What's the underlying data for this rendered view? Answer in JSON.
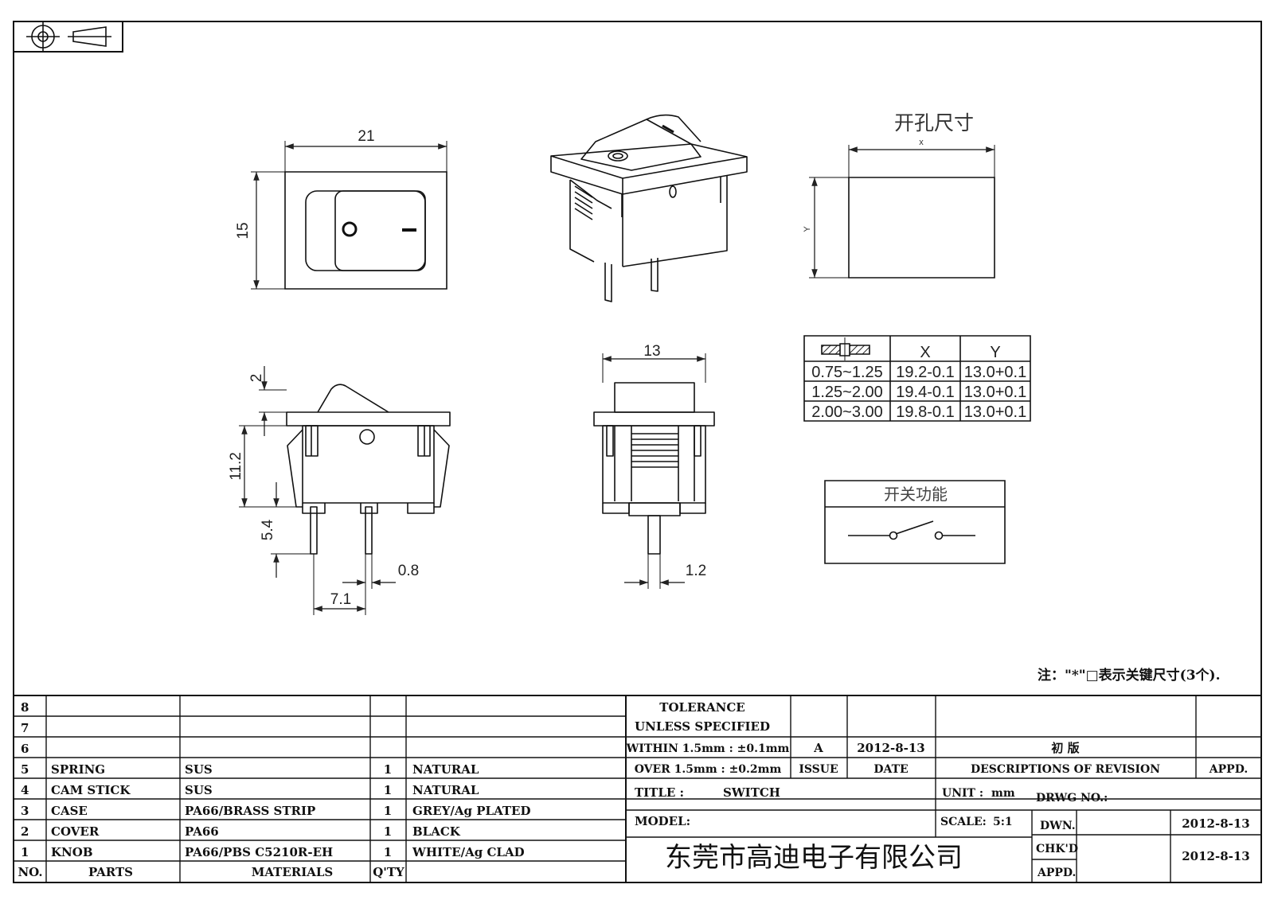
{
  "views": {
    "front": {
      "width_label": "21",
      "height_label": "15",
      "marks": {
        "off": "O",
        "on": "I"
      }
    },
    "side": {
      "dim_top": "2",
      "dim_body": "11.2",
      "dim_pin_len": "5.4",
      "dim_pin_thk": "0.8",
      "dim_pitch": "7.1"
    },
    "end": {
      "dim_width": "13",
      "dim_pin": "1.2"
    }
  },
  "cutout": {
    "title": "开孔尺寸",
    "x_label": "x",
    "y_label": "Y"
  },
  "panel_table": {
    "headers": [
      "X",
      "Y"
    ],
    "rows": [
      {
        "thickness": "0.75~1.25",
        "x": "19.2-0.1",
        "y": "13.0+0.1"
      },
      {
        "thickness": "1.25~2.00",
        "x": "19.4-0.1",
        "y": "13.0+0.1"
      },
      {
        "thickness": "2.00~3.00",
        "x": "19.8-0.1",
        "y": "13.0+0.1"
      }
    ]
  },
  "switch_function": {
    "title": "开关功能"
  },
  "note": "注：\"*\"□表示关键尺寸(3个).",
  "bom": {
    "header": {
      "no": "NO.",
      "parts": "PARTS",
      "materials": "MATERIALS",
      "qty": "Q'TY",
      "color": ""
    },
    "rows": [
      {
        "no": "8",
        "parts": "",
        "materials": "",
        "qty": "",
        "color": ""
      },
      {
        "no": "7",
        "parts": "",
        "materials": "",
        "qty": "",
        "color": ""
      },
      {
        "no": "6",
        "parts": "",
        "materials": "",
        "qty": "",
        "color": ""
      },
      {
        "no": "5",
        "parts": "SPRING",
        "materials": "SUS",
        "qty": "1",
        "color": "NATURAL"
      },
      {
        "no": "4",
        "parts": "CAM STICK",
        "materials": "SUS",
        "qty": "1",
        "color": "NATURAL"
      },
      {
        "no": "3",
        "parts": "CASE",
        "materials": "PA66/BRASS STRIP",
        "qty": "1",
        "color": "GREY/Ag PLATED"
      },
      {
        "no": "2",
        "parts": "COVER",
        "materials": "PA66",
        "qty": "1",
        "color": "BLACK"
      },
      {
        "no": "1",
        "parts": "KNOB",
        "materials": "PA66/PBS C5210R-EH",
        "qty": "1",
        "color": "WHITE/Ag CLAD"
      }
    ]
  },
  "title_block": {
    "tolerance_1": "TOLERANCE",
    "tolerance_2": "UNLESS  SPECIFIED",
    "tolerance_3": "WITHIN 1.5mm : ±0.1mm",
    "tolerance_4": "OVER 1.5mm : ±0.2mm",
    "revision": {
      "issue": "A",
      "date": "2012-8-13",
      "description": "初  版"
    },
    "issue_label": "ISSUE",
    "date_label": "DATE",
    "desc_label": "DESCRIPTIONS  OF  REVISION",
    "appd_label": "APPD.",
    "title_label": "TITLE :",
    "title_value": "SWITCH",
    "unit_label": "UNIT :",
    "unit_value": "mm",
    "drwg_label": "DRWG  NO.:",
    "model_label": "MODEL:",
    "scale_label": "SCALE:",
    "scale_value": "5:1",
    "dwn_label": "DWN.",
    "dwn_date": "2012-8-13",
    "chkd_label": "CHK'D",
    "chkd_date": "2012-8-13",
    "appd2_label": "APPD.",
    "company": "东莞市高迪电子有限公司"
  }
}
